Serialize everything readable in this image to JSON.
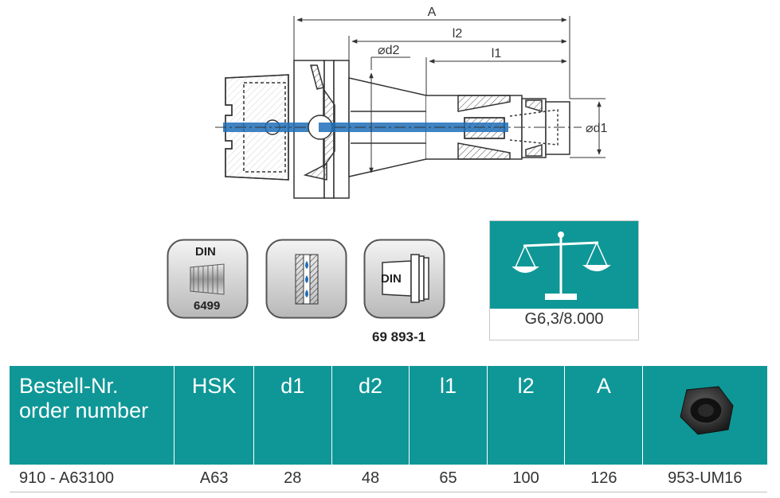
{
  "drawing": {
    "dim_A": "A",
    "dim_l2": "l2",
    "dim_l1": "l1",
    "dim_d2": "⌀d2",
    "dim_d1": "⌀d1"
  },
  "icons": {
    "din_collet_top": "DIN",
    "din_collet_bottom": "6499",
    "din_shank_label": "DIN",
    "din_shank_caption": "69 893-1"
  },
  "balance": {
    "text": "G6,3/8.000"
  },
  "table": {
    "headers": {
      "order_line1": "Bestell-Nr.",
      "order_line2": "order number",
      "hsk": "HSK",
      "d1": "d1",
      "d2": "d2",
      "l1": "l1",
      "l2": "l2",
      "a": "A"
    },
    "row": {
      "order": "910 - A63100",
      "hsk": "A63",
      "d1": "28",
      "d2": "48",
      "l1": "65",
      "l2": "100",
      "a": "126",
      "nut": "953-UM16"
    }
  },
  "colors": {
    "teal": "#0f9797",
    "coolant_blue": "#1e6fb8"
  }
}
